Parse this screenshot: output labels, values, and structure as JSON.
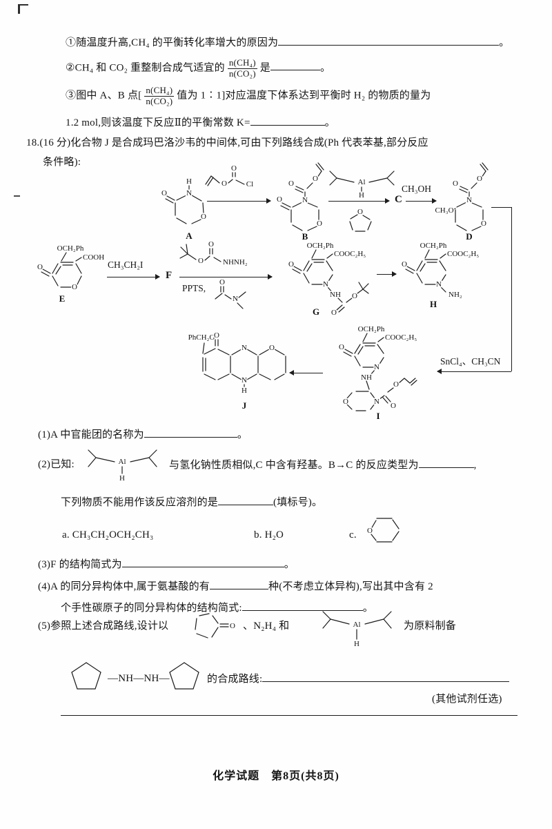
{
  "page": {
    "footer": "化学试题　第8页(共8页)"
  },
  "q17": {
    "s1_pre": "①随温度升高,CH₄ 的平衡转化率增大的原因为",
    "s1_end": "。",
    "s2_pre": "②CH₄ 和 CO₂ 重整制合成气适宜的",
    "frac_num": "n(CH₄)",
    "frac_den": "n(CO₂)",
    "s2_mid": "是",
    "s2_end": "。",
    "s3_pre": "③图中 A、B 点[",
    "s3_mid": "值为 1∶1]对应温度下体系达到平衡时 H₂ 的物质的量为",
    "s3_l2": "1.2 mol,则该温度下反应Ⅱ的平衡常数 K=",
    "s3_end": "。"
  },
  "q18": {
    "stem1": "18.(16 分)化合物 J 是合成玛巴洛沙韦的中间体,可由下列路线合成(Ph 代表苯基,部分反应",
    "stem2": "条件略):"
  },
  "atoms": {
    "O": "O",
    "N": "N",
    "H": "H",
    "Cl": "Cl",
    "Al": "Al",
    "NH": "NH",
    "NH2": "NH₂",
    "NHNH2": "NHNH₂",
    "OCH2Ph": "OCH₂Ph",
    "PhCH2O": "PhCH₂O",
    "COOH": "COOH",
    "COOC2H5": "COOC₂H₅",
    "CH3O": "CH₃O"
  },
  "scheme": {
    "A": "A",
    "B": "B",
    "C": "C",
    "D": "D",
    "E": "E",
    "F": "F",
    "G": "G",
    "H": "H",
    "I": "I",
    "J": "J",
    "ch3oh": "CH₃OH",
    "ch3ch2i": "CH₃CH₂I",
    "ppts": "PPTS,",
    "sncl4": "SnCl₄、CH₃CN"
  },
  "questions": {
    "q1_pre": "(1)A 中官能团的名称为",
    "q1_end": "。",
    "q2_pre": "(2)已知:",
    "q2_mid": "与氢化钠性质相似,C 中含有羟基。B→C 的反应类型为",
    "q2_comma": ",",
    "q2_l2": "下列物质不能用作该反应溶剂的是",
    "q2_l2_end": "(填标号)。",
    "opt_a": "a. CH₃CH₂OCH₂CH₃",
    "opt_b": "b. H₂O",
    "opt_c": "c.",
    "q3_pre": "(3)F 的结构简式为",
    "q3_end": "。",
    "q4_l1a": "(4)A 的同分异构体中,属于氨基酸的有",
    "q4_l1b": "种(不考虑立体异构),写出其中含有 2",
    "q4_l2": "个手性碳原子的同分异构体的结构简式:",
    "q4_end": "。",
    "q5_pre": "(5)参照上述合成路线,设计以",
    "q5_mid1": "、N₂H₄ 和",
    "q5_mid2": "为原料制备",
    "q5_nhnh": "—NH—NH—",
    "q5_l2": "的合成路线:",
    "q5_note": "(其他试剂任选)"
  }
}
